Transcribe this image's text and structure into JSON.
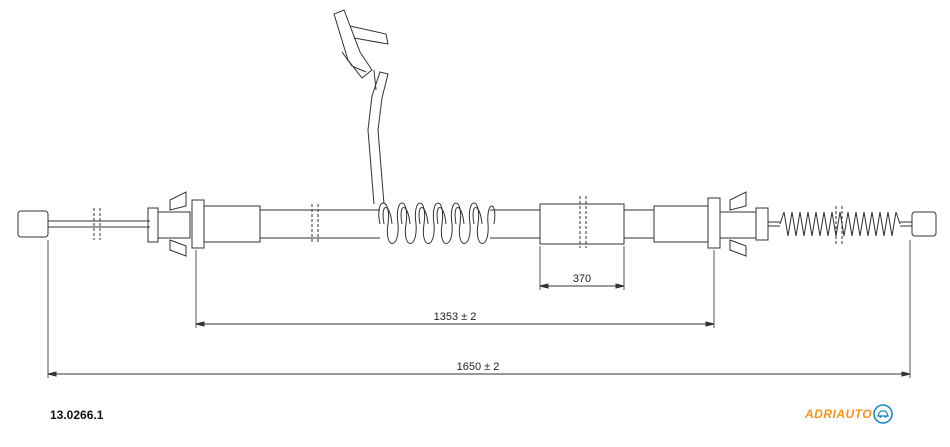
{
  "drawing": {
    "dimensions": {
      "sleeve": "370",
      "inner": "1353 ± 2",
      "overall": "1650 ± 2"
    },
    "part_number": "13.0266.1",
    "brand": {
      "name": "ADRIAUTO",
      "primary_color": "#f7941d",
      "secondary_color": "#1e88c8"
    },
    "line_color": "#333333"
  }
}
